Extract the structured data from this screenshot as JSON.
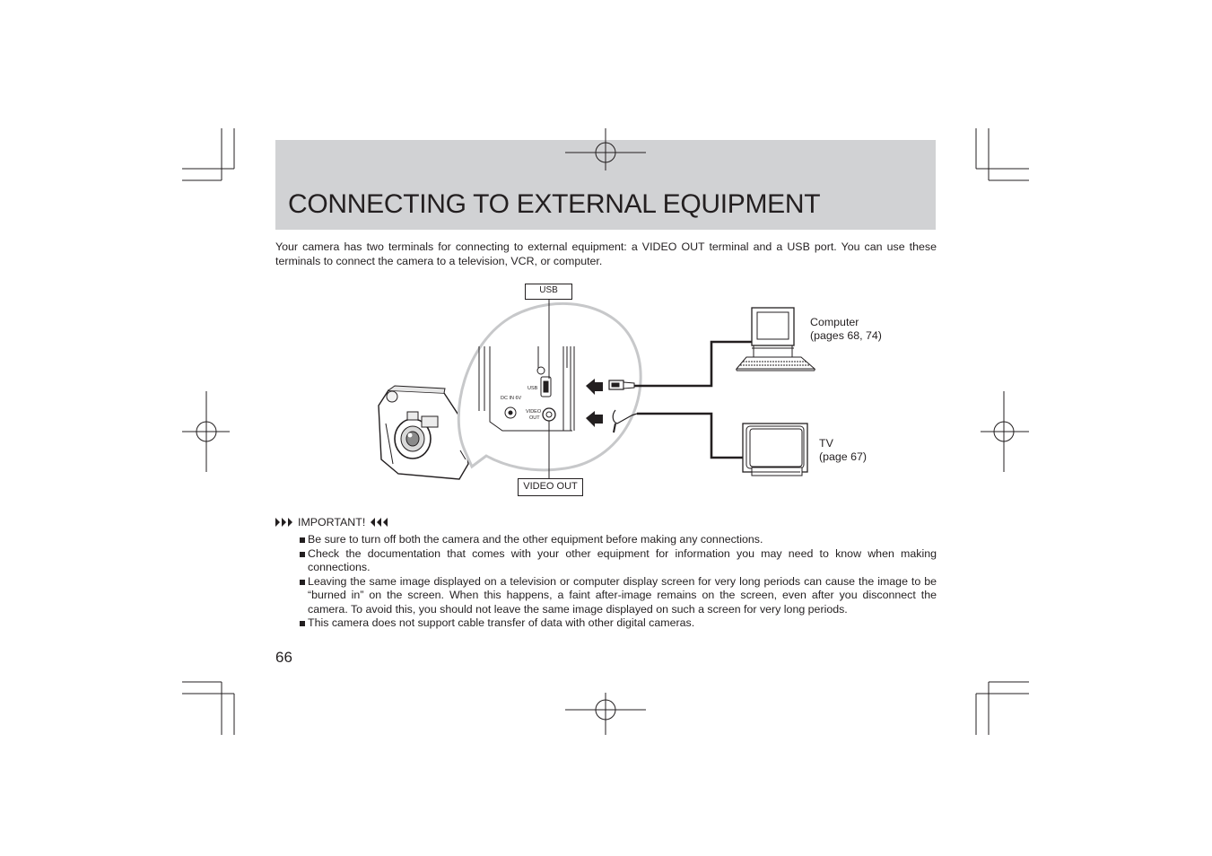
{
  "page": {
    "title": "CONNECTING TO EXTERNAL EQUIPMENT",
    "intro": "Your camera has two terminals for connecting to external equipment: a VIDEO OUT terminal and a USB port. You can use these terminals to connect the camera to a television, VCR, or computer.",
    "page_number": "66"
  },
  "diagram": {
    "usb_label": "USB",
    "video_out_label": "VIDEO OUT",
    "computer_label": "Computer",
    "computer_pages": "(pages 68, 74)",
    "tv_label": "TV",
    "tv_pages": "(page 67)",
    "camera_text": {
      "usb": "USB",
      "dc_in": "DC IN 6V",
      "video": "VIDEO",
      "out": "OUT"
    }
  },
  "important": {
    "heading": "IMPORTANT!",
    "items": [
      "Be sure to turn off both the camera and the other equipment before making any connections.",
      "Check the documentation that comes with your other equipment for information you may need to know when making connections.",
      "Leaving the same image displayed on a television or computer display screen for very long periods can cause the image to be “burned in” on the screen. When this happens, a faint after-image remains on the screen, even after you disconnect the camera. To avoid this, you should not leave the same image displayed on such a screen for very long periods.",
      "This camera does not support cable transfer of data with other digital cameras."
    ]
  }
}
